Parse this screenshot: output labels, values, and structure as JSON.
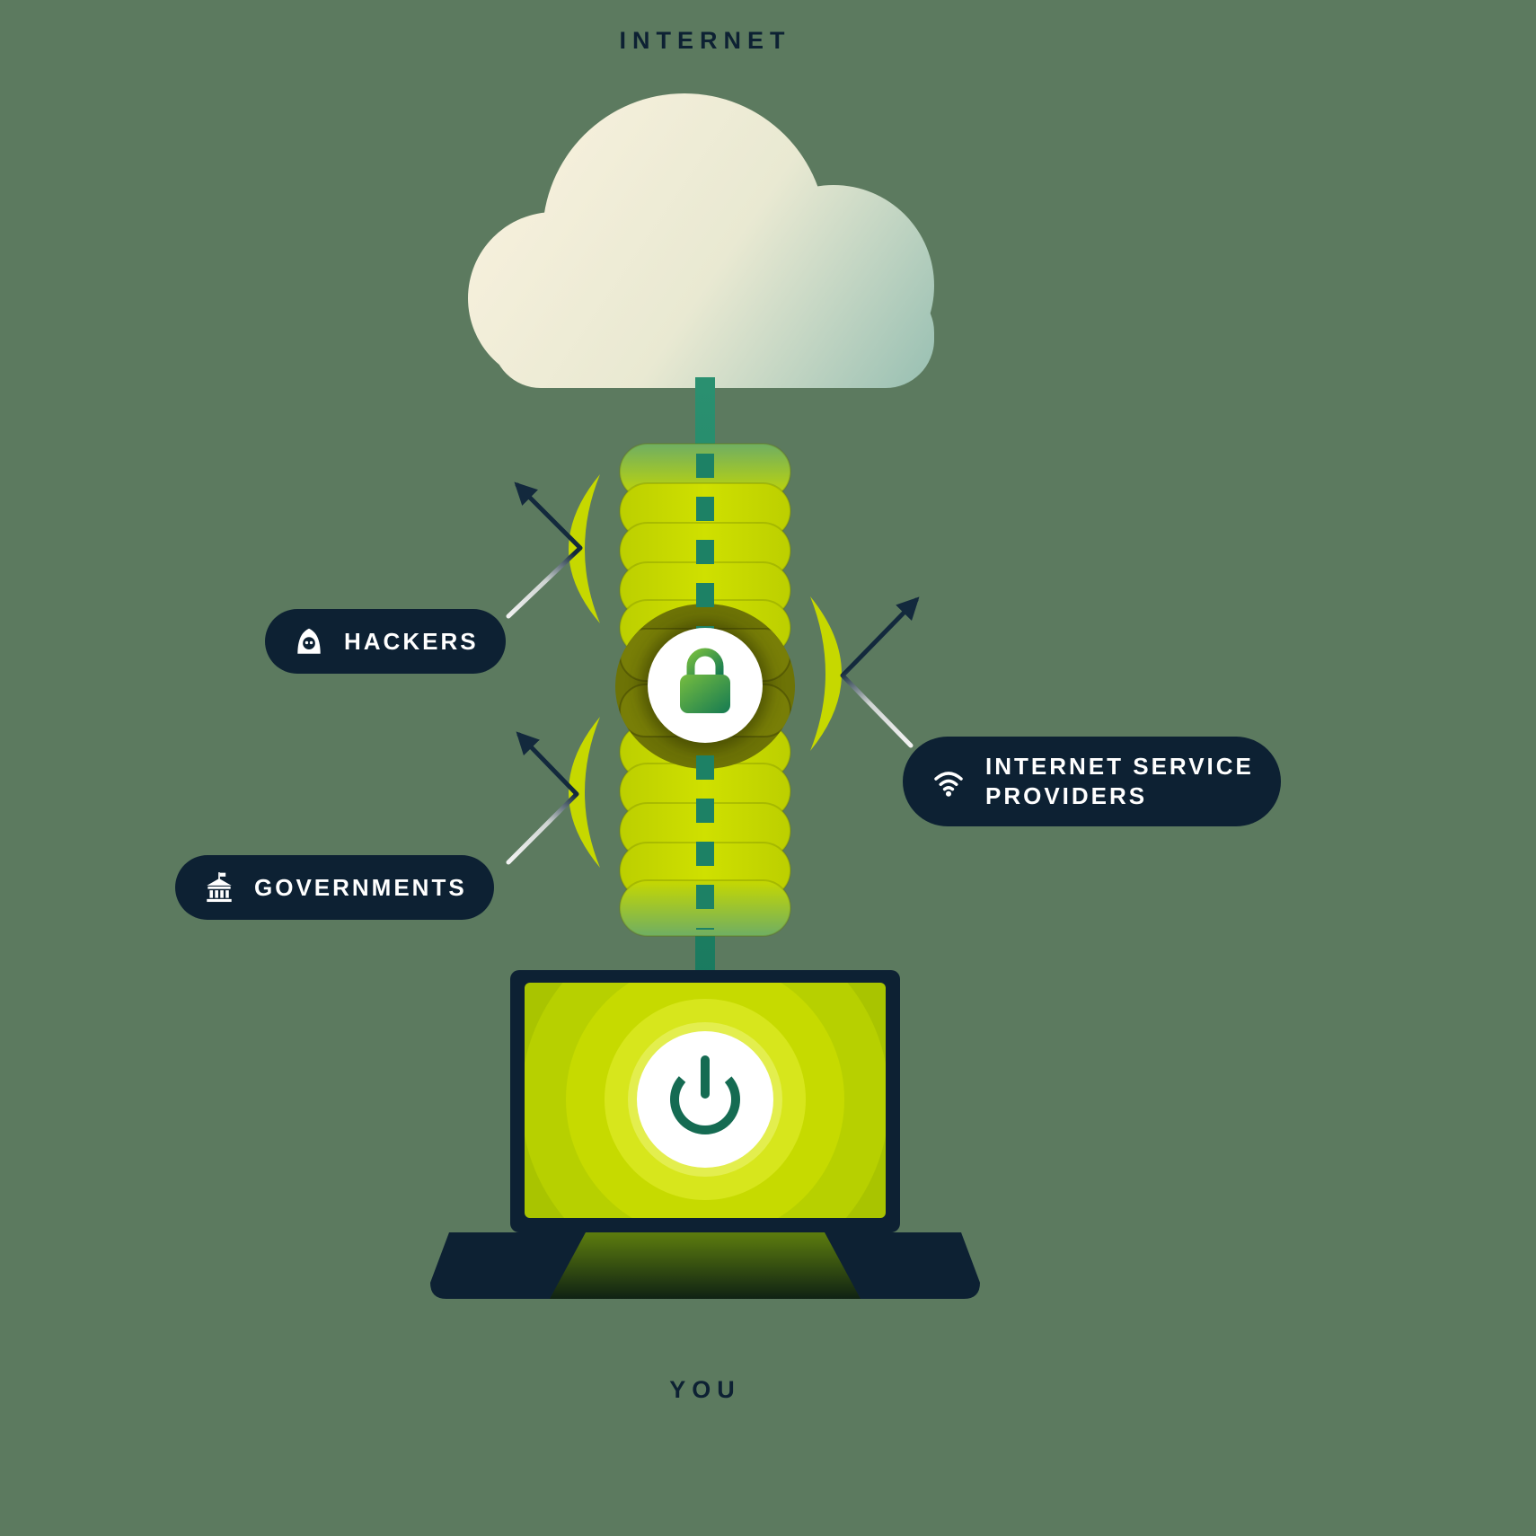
{
  "diagram": {
    "top_label": "INTERNET",
    "bottom_label": "YOU",
    "threats": {
      "hackers": "HACKERS",
      "governments": "GOVERNMENTS",
      "isp_line1": "INTERNET SERVICE",
      "isp_line2": "PROVIDERS"
    },
    "icons": {
      "internet": "cloud-icon",
      "tunnel": "vpn-tunnel",
      "lock": "padlock-icon",
      "hacker": "hooded-hacker-icon",
      "government": "government-building-icon",
      "isp": "wifi-icon",
      "power": "power-icon",
      "device": "laptop"
    },
    "colors": {
      "background": "#5c7a5f",
      "navy": "#0d2133",
      "tunnel_lime": "#c6d800",
      "line_teal": "#1e8266",
      "screen_green": "#b7d000",
      "cloud_cream": "#f6f0dc",
      "cloud_teal": "#9fc3b5",
      "lock_green_light": "#76bd3f",
      "lock_green_dark": "#157a52",
      "white": "#ffffff"
    }
  }
}
